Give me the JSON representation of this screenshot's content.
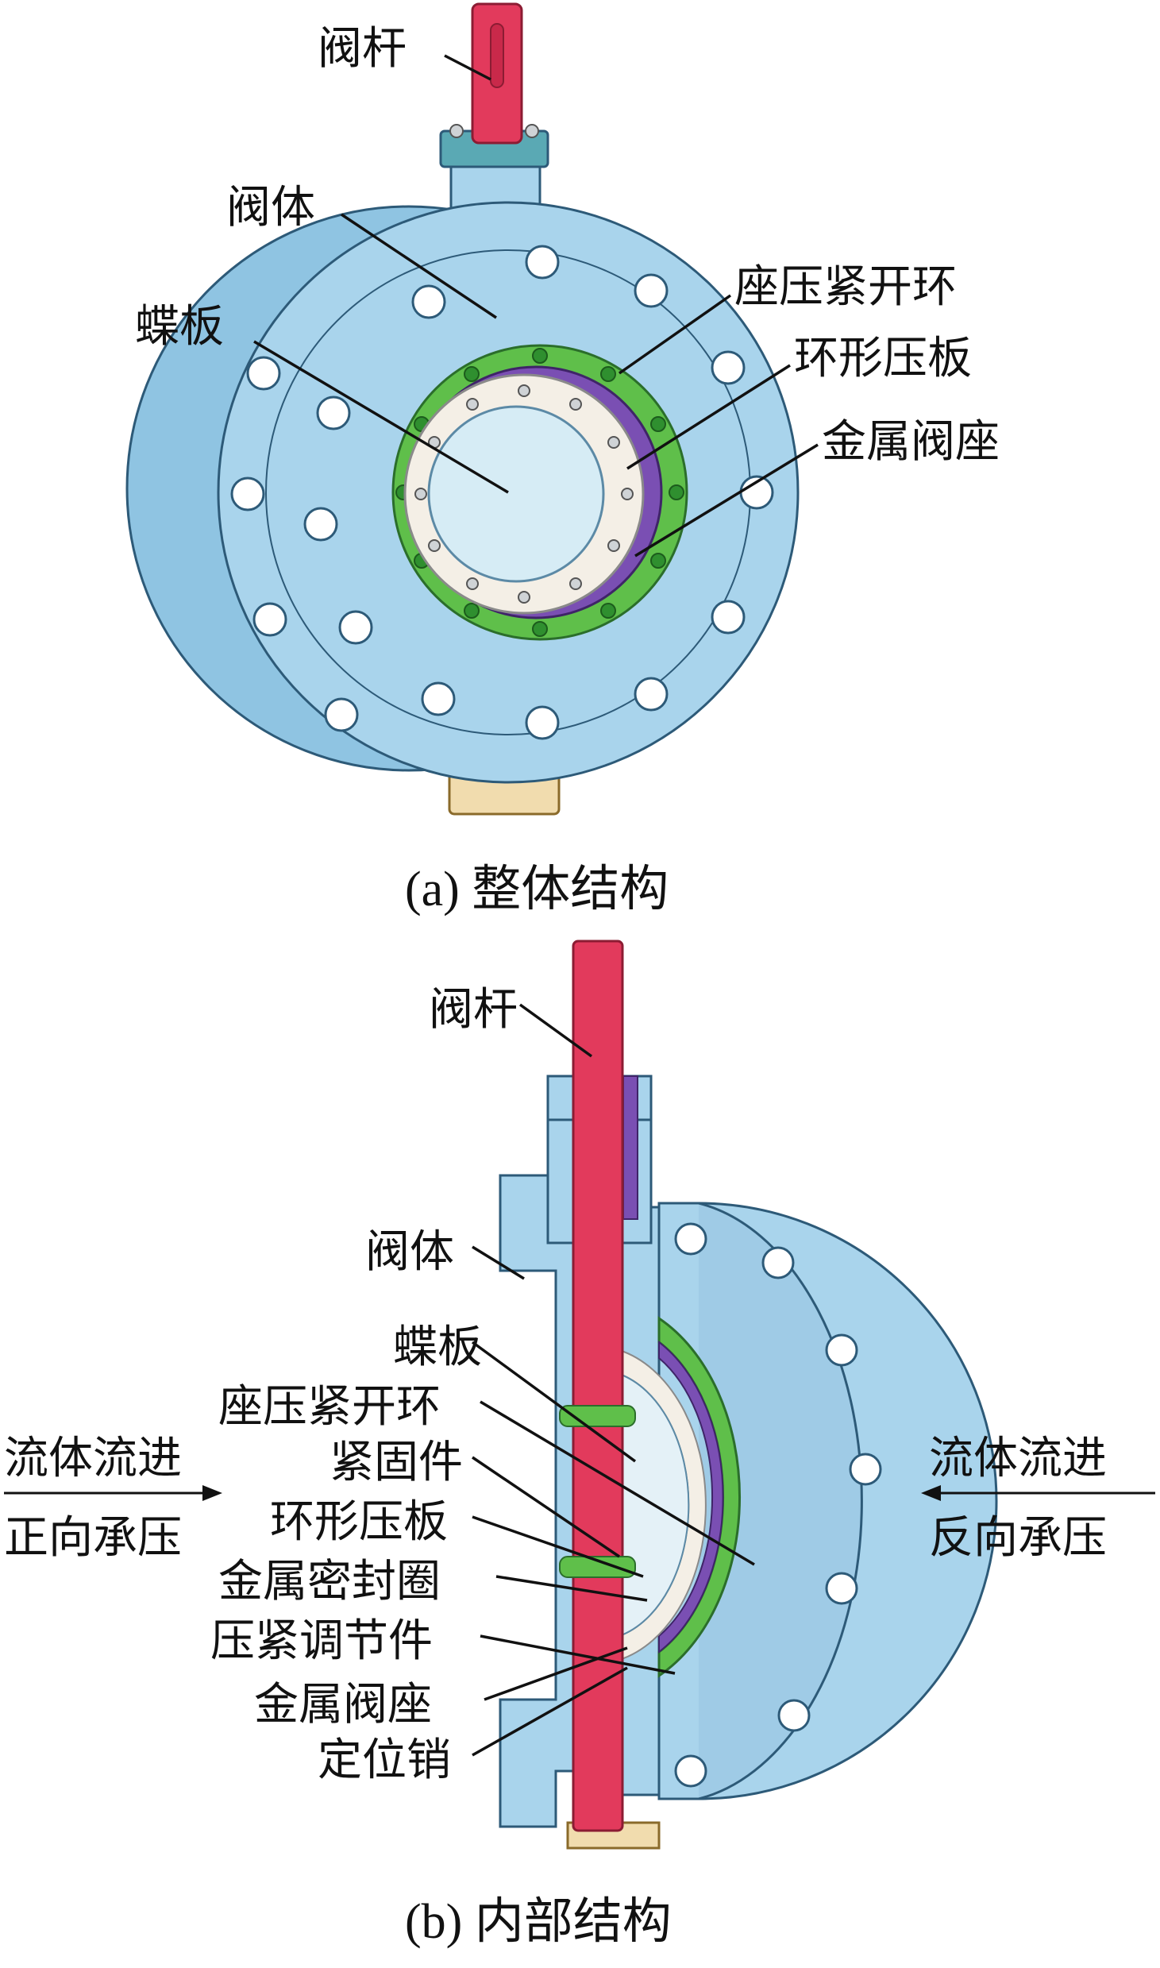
{
  "figure_a": {
    "caption": "(a)  整体结构",
    "labels": {
      "stem": "阀杆",
      "body": "阀体",
      "disc": "蝶板",
      "seat_split_ring": "座压紧开环",
      "ring_plate": "环形压板",
      "metal_seat": "金属阀座"
    }
  },
  "figure_b": {
    "caption": "(b)  内部结构",
    "labels": {
      "stem": "阀杆",
      "body": "阀体",
      "disc": "蝶板",
      "seat_split_ring": "座压紧开环",
      "fastener": "紧固件",
      "ring_plate": "环形压板",
      "metal_seal_ring": "金属密封圈",
      "adjuster": "压紧调节件",
      "metal_seat": "金属阀座",
      "locating_pin": "定位销"
    },
    "flow_left": {
      "line1": "流体流进",
      "line2": "正向承压"
    },
    "flow_right": {
      "line1": "流体流进",
      "line2": "反向承压"
    }
  },
  "colors": {
    "body_blue": "#a9d4ec",
    "body_edge": "#2d5a78",
    "stem_red": "#e23a5c",
    "ring_green": "#5fbf4a",
    "seat_purple": "#7a4fb3",
    "disc_face": "#d6ecf5",
    "plate_white": "#f4efe6",
    "base_tan": "#f1dcae"
  }
}
